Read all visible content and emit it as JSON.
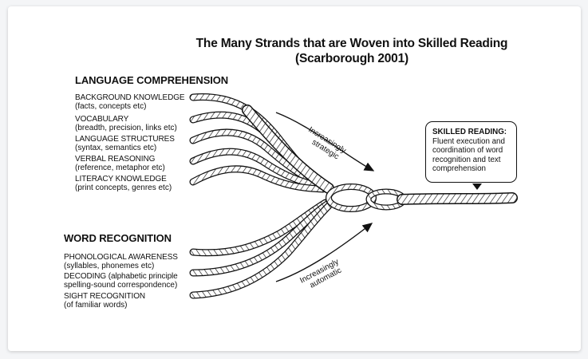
{
  "title": {
    "line1": "The Many Strands that are Woven into Skilled Reading",
    "line2": "(Scarborough 2001)"
  },
  "language_comprehension": {
    "heading": "LANGUAGE COMPREHENSION",
    "strands": [
      {
        "label": "BACKGROUND KNOWLEDGE",
        "detail": "(facts, concepts etc)"
      },
      {
        "label": "VOCABULARY",
        "detail": "(breadth, precision, links etc)"
      },
      {
        "label": "LANGUAGE STRUCTURES",
        "detail": "(syntax, semantics etc)"
      },
      {
        "label": "VERBAL REASONING",
        "detail": "(reference, metaphor etc)"
      },
      {
        "label": "LITERACY KNOWLEDGE",
        "detail": "(print concepts, genres etc)"
      }
    ]
  },
  "word_recognition": {
    "heading": "WORD RECOGNITION",
    "strands": [
      {
        "label": "PHONOLOGICAL AWARENESS",
        "detail": "(syllables, phonemes etc)"
      },
      {
        "label": "DECODING (alphabetic principle",
        "detail": "spelling-sound correspondence)"
      },
      {
        "label": "SIGHT RECOGNITION",
        "detail": "(of familiar words)"
      }
    ]
  },
  "arrows": {
    "strategic": {
      "line1": "Increasingly",
      "line2": "strategic"
    },
    "automatic": {
      "line1": "Increasingly",
      "line2": "automatic"
    }
  },
  "callout": {
    "heading": "SKILLED READING:",
    "line1": "Fluent execution and",
    "line2": "coordination of word",
    "line3": "recognition and text",
    "line4": "comprehension"
  }
}
